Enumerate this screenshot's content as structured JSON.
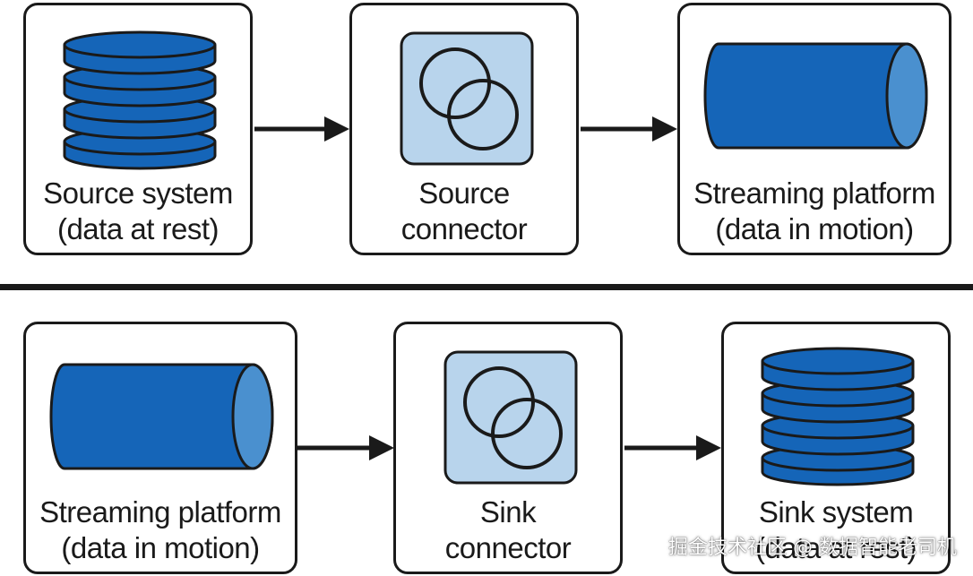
{
  "top_flow": {
    "source_system": {
      "line1": "Source system",
      "line2": "(data at rest)",
      "icon": "database-icon"
    },
    "source_connector": {
      "line1": "Source",
      "line2": "connector",
      "icon": "connector-icon"
    },
    "streaming_platform": {
      "line1": "Streaming platform",
      "line2": "(data in motion)",
      "icon": "cylinder-icon"
    }
  },
  "bottom_flow": {
    "streaming_platform": {
      "line1": "Streaming platform",
      "line2": "(data in motion)",
      "icon": "cylinder-icon"
    },
    "sink_connector": {
      "line1": "Sink",
      "line2": "connector",
      "icon": "connector-icon"
    },
    "sink_system": {
      "line1": "Sink system",
      "line2": "(data at rest)",
      "icon": "database-icon"
    }
  },
  "watermark": "掘金技术社区 @ 数据智能老司机",
  "colors": {
    "primary_blue": "#1565b8",
    "highlight_blue": "#4a90cf",
    "light_blue": "#b8d4ec",
    "stroke": "#1a1a1a"
  }
}
